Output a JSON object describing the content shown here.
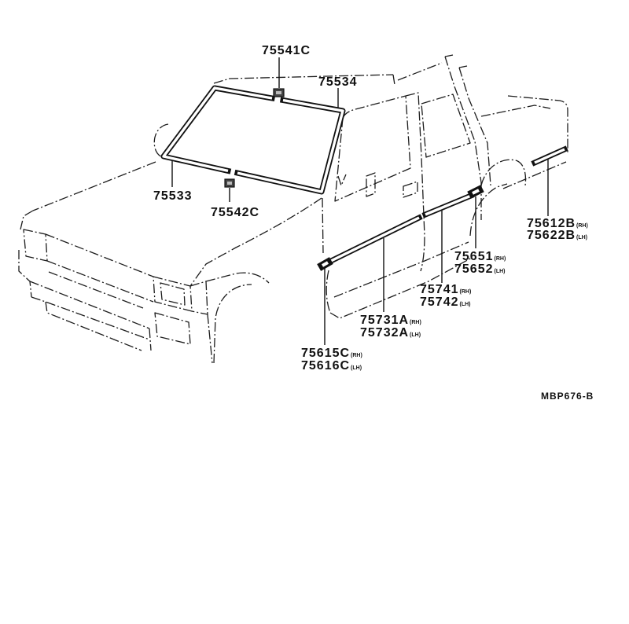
{
  "callouts": [
    {
      "lines": [
        {
          "part": "75541C"
        }
      ]
    },
    {
      "lines": [
        {
          "part": "75534"
        }
      ]
    },
    {
      "lines": [
        {
          "part": "75533"
        }
      ]
    },
    {
      "lines": [
        {
          "part": "75542C"
        }
      ]
    },
    {
      "lines": [
        {
          "part": "75612B",
          "side": "(RH)"
        },
        {
          "part": "75622B",
          "side": "(LH)"
        }
      ]
    },
    {
      "lines": [
        {
          "part": "75651",
          "side": "(RH)"
        },
        {
          "part": "75652",
          "side": "(LH)"
        }
      ]
    },
    {
      "lines": [
        {
          "part": "75741",
          "side": "(RH)"
        },
        {
          "part": "75742",
          "side": "(LH)"
        }
      ]
    },
    {
      "lines": [
        {
          "part": "75731A",
          "side": "(RH)"
        },
        {
          "part": "75732A",
          "side": "(LH)"
        }
      ]
    },
    {
      "lines": [
        {
          "part": "75615C",
          "side": "(RH)"
        },
        {
          "part": "75616C",
          "side": "(LH)"
        }
      ]
    }
  ],
  "diagram_code": "MBP676-B"
}
